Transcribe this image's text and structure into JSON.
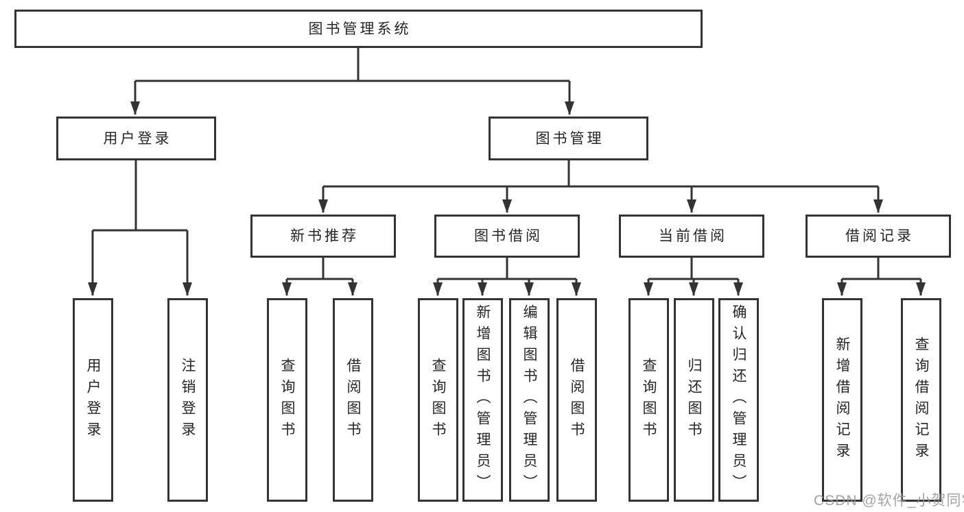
{
  "diagram": {
    "root": {
      "label": "图书管理系统"
    },
    "user_login_branch": {
      "label": "用户登录",
      "children": [
        {
          "label": "用户登录"
        },
        {
          "label": "注销登录"
        }
      ]
    },
    "book_mgmt_branch": {
      "label": "图书管理",
      "new_book": {
        "label": "新书推荐",
        "children": [
          {
            "label": "查询图书"
          },
          {
            "label": "借阅图书"
          }
        ]
      },
      "borrow": {
        "label": "图书借阅",
        "children": [
          {
            "label": "查询图书"
          },
          {
            "label": "新增图书（管理员）"
          },
          {
            "label": "编辑图书（管理员）"
          },
          {
            "label": "借阅图书"
          }
        ]
      },
      "current": {
        "label": "当前借阅",
        "children": [
          {
            "label": "查询图书"
          },
          {
            "label": "归还图书"
          },
          {
            "label": "确认归还（管理员）"
          }
        ]
      },
      "records": {
        "label": "借阅记录",
        "children": [
          {
            "label": "新增借阅记录"
          },
          {
            "label": "查询借阅记录"
          }
        ]
      }
    }
  },
  "colors": {
    "line": "#333333",
    "border": "#333333",
    "text": "#262626",
    "background": "#ffffff",
    "watermark": "#969696"
  },
  "watermark": {
    "text": "CSDN @软件_小贺同学"
  }
}
